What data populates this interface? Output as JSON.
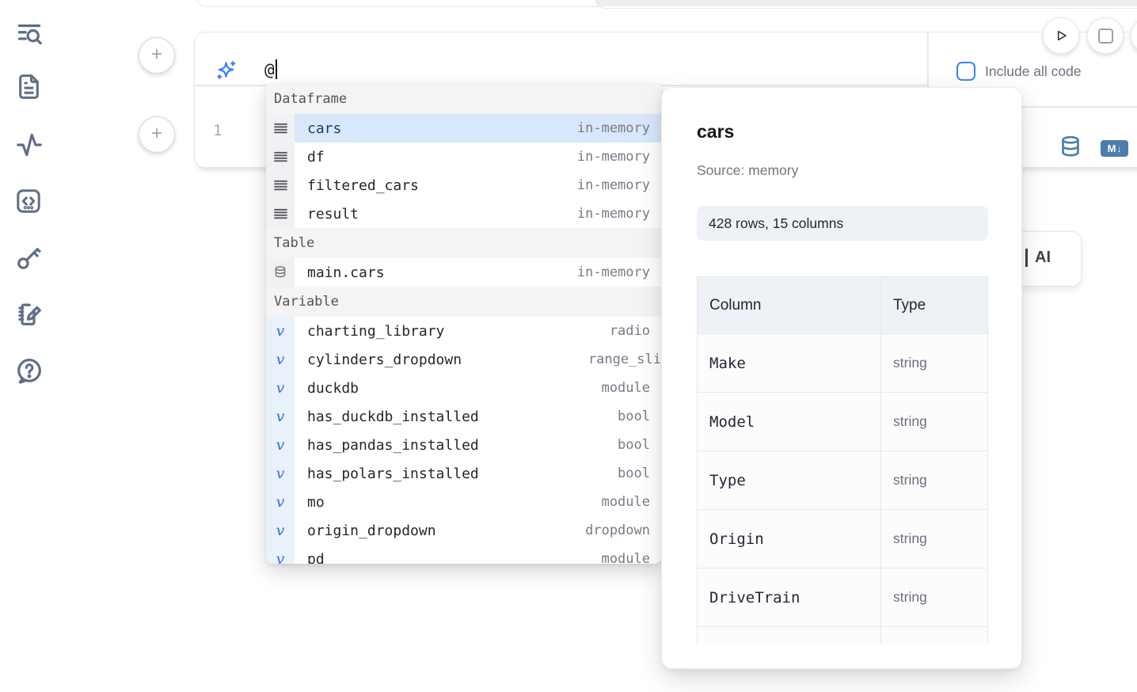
{
  "colors": {
    "accent_blue": "#3b82f6",
    "icon_blue": "#4c7ea9",
    "selected_row_bg": "#d8e8fa"
  },
  "sidebar": {
    "items": [
      {
        "icon": "list-search-icon"
      },
      {
        "icon": "file-text-icon"
      },
      {
        "icon": "activity-icon"
      },
      {
        "icon": "code-square-icon"
      },
      {
        "icon": "key-icon"
      },
      {
        "icon": "notebook-pen-icon"
      },
      {
        "icon": "help-bubble-icon"
      }
    ]
  },
  "toolbar": {
    "include_all_code_label": "Include all code"
  },
  "prompt": {
    "value": "@"
  },
  "cell": {
    "line_number": "1",
    "markdown_badge": "M",
    "markdown_arrow": "↓"
  },
  "ai_button": {
    "label": "AI"
  },
  "autocomplete": {
    "sections": [
      {
        "label": "Dataframe",
        "items": [
          {
            "name": "cars",
            "type": "in-memory",
            "selected": true
          },
          {
            "name": "df",
            "type": "in-memory"
          },
          {
            "name": "filtered_cars",
            "type": "in-memory"
          },
          {
            "name": "result",
            "type": "in-memory"
          }
        ]
      },
      {
        "label": "Table",
        "items": [
          {
            "name": "main.cars",
            "type": "in-memory"
          }
        ]
      },
      {
        "label": "Variable",
        "items": [
          {
            "name": "charting_library",
            "type": "radio"
          },
          {
            "name": "cylinders_dropdown",
            "type": "range_sli"
          },
          {
            "name": "duckdb",
            "type": "module"
          },
          {
            "name": "has_duckdb_installed",
            "type": "bool"
          },
          {
            "name": "has_pandas_installed",
            "type": "bool"
          },
          {
            "name": "has_polars_installed",
            "type": "bool"
          },
          {
            "name": "mo",
            "type": "module"
          },
          {
            "name": "origin_dropdown",
            "type": "dropdown"
          },
          {
            "name": "pd",
            "type": "module"
          }
        ]
      }
    ]
  },
  "preview": {
    "title": "cars",
    "source": "Source: memory",
    "shape": "428 rows, 15 columns",
    "table": {
      "headers": [
        "Column",
        "Type"
      ],
      "rows": [
        [
          "Make",
          "string"
        ],
        [
          "Model",
          "string"
        ],
        [
          "Type",
          "string"
        ],
        [
          "Origin",
          "string"
        ],
        [
          "DriveTrain",
          "string"
        ]
      ]
    }
  }
}
